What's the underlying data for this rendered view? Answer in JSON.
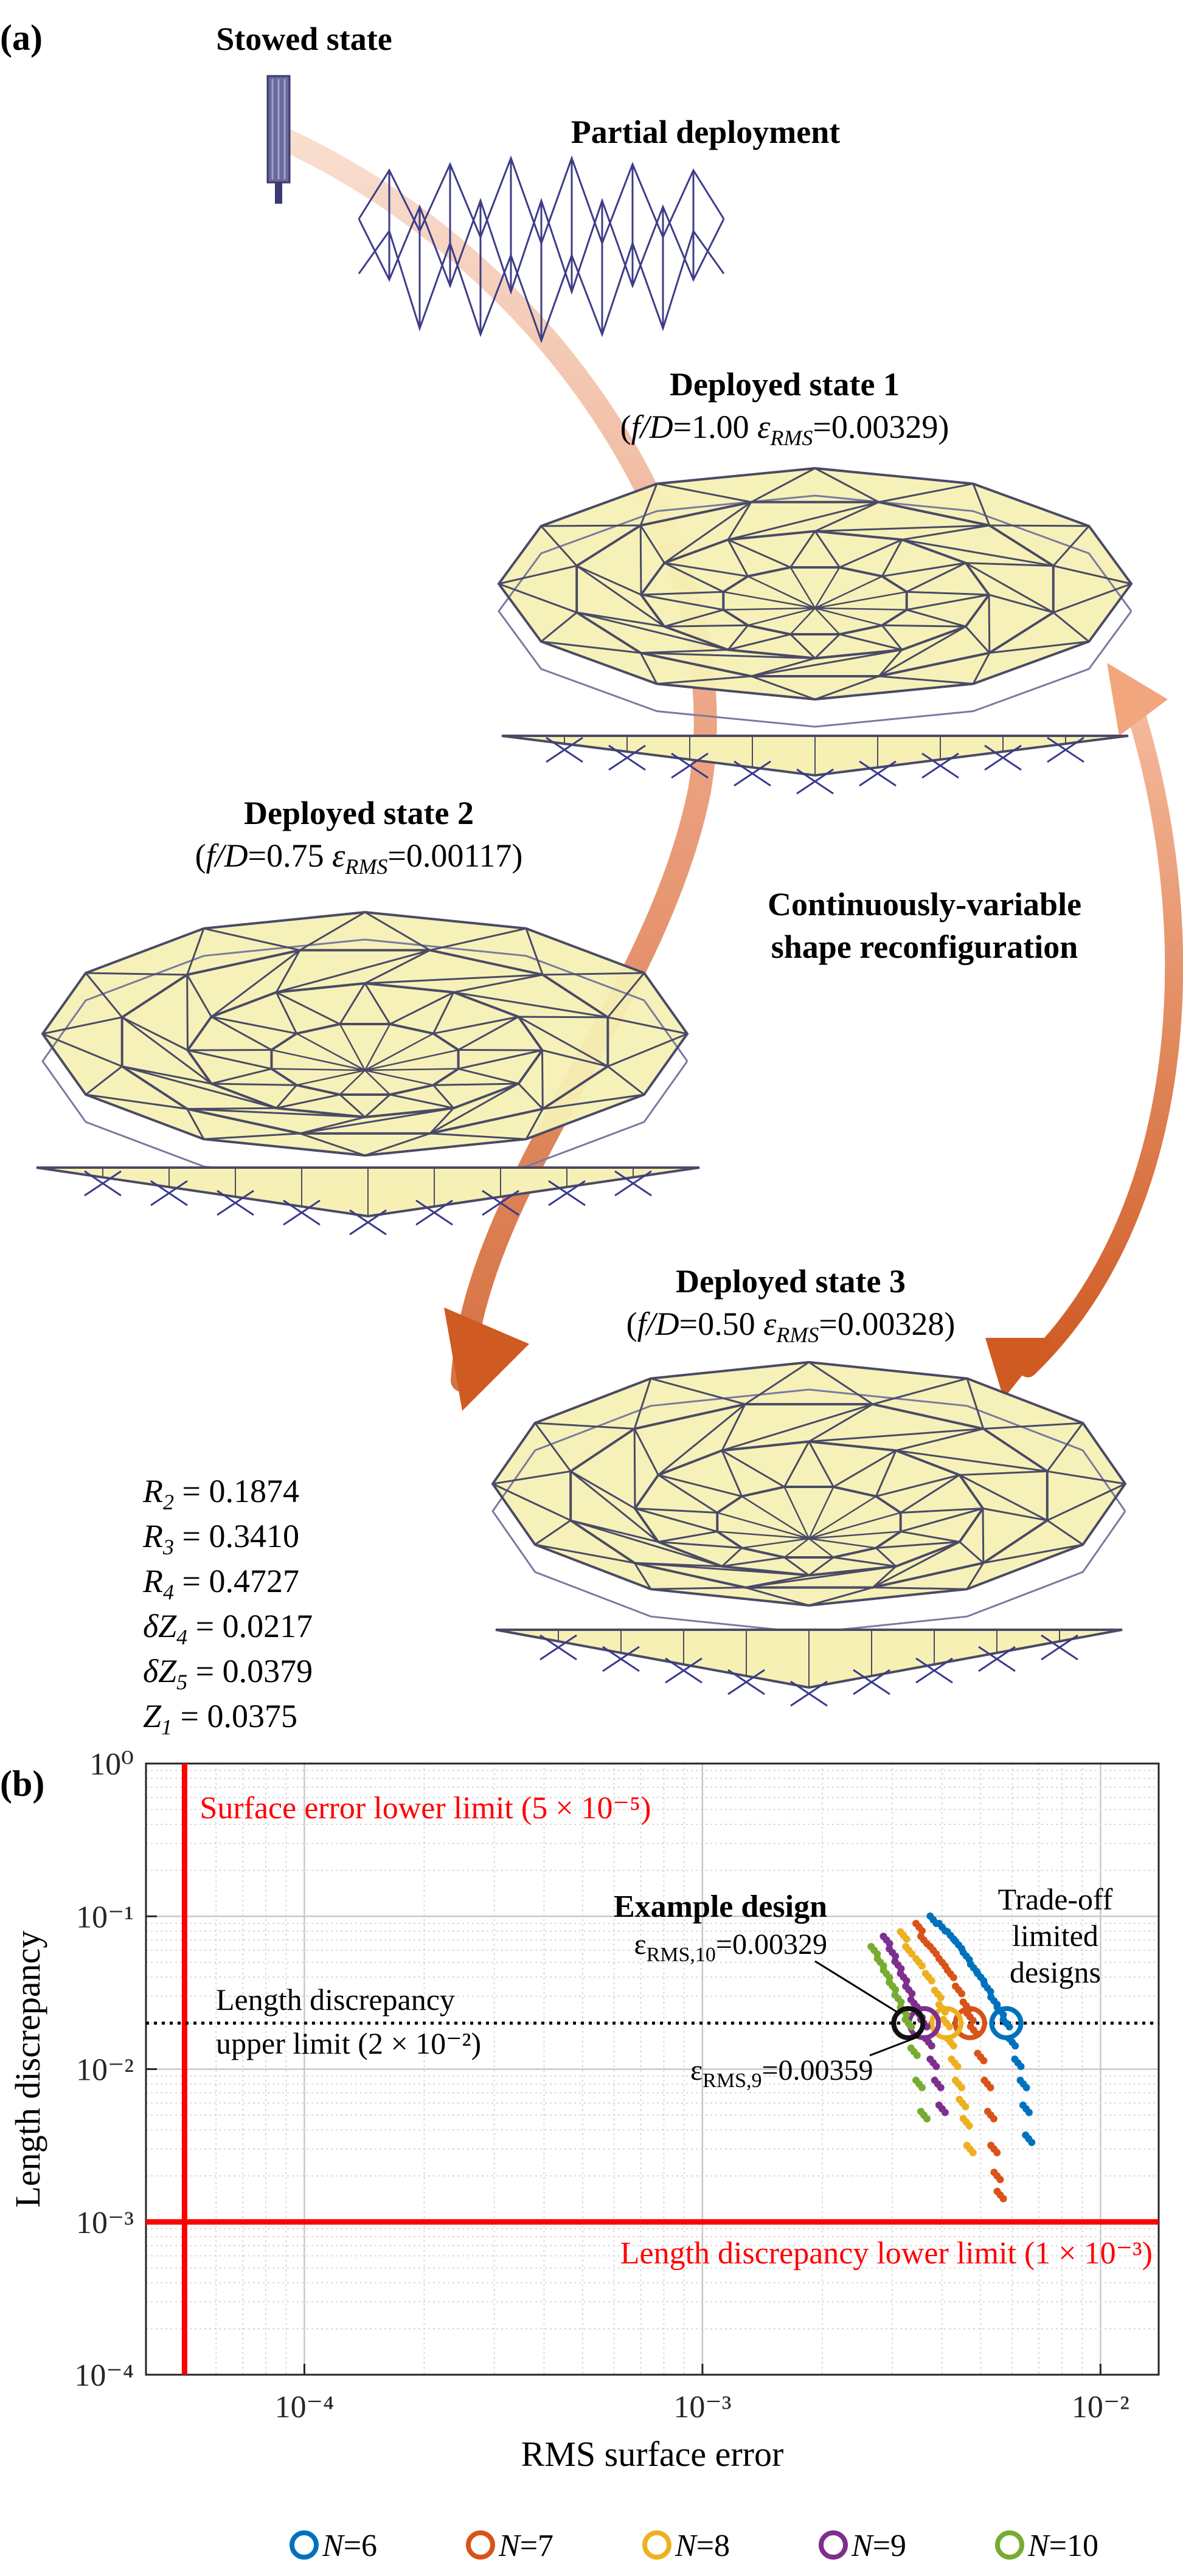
{
  "panel_a": {
    "label": "(a)",
    "stowed_state": "Stowed state",
    "partial_deployment": "Partial deployment",
    "state1": {
      "title": "Deployed state 1",
      "fd": "1.00",
      "eps": "0.00329"
    },
    "state2": {
      "title": "Deployed state 2",
      "fd": "0.75",
      "eps": "0.00117"
    },
    "state3": {
      "title": "Deployed state 3",
      "fd": "0.50",
      "eps": "0.00328"
    },
    "reconfig_line1": "Continuously-variable",
    "reconfig_line2": "shape reconfiguration",
    "params": [
      {
        "sym": "R",
        "sub": "2",
        "pre": "",
        "val": "0.1874"
      },
      {
        "sym": "R",
        "sub": "3",
        "pre": "",
        "val": "0.3410"
      },
      {
        "sym": "R",
        "sub": "4",
        "pre": "",
        "val": "0.4727"
      },
      {
        "sym": "Z",
        "sub": "4",
        "pre": "δ",
        "val": "0.0217"
      },
      {
        "sym": "Z",
        "sub": "5",
        "pre": "δ",
        "val": "0.0379"
      },
      {
        "sym": "Z",
        "sub": "1",
        "pre": "",
        "val": "0.0375"
      }
    ],
    "colors": {
      "arrow": "#d0652f",
      "panel_fill": "#f6f0b4",
      "truss": "#4a4a66",
      "lower_truss": "#3a3a8c"
    }
  },
  "panel_b": {
    "label": "(b)",
    "surface_limit_text": "Surface error lower limit (5 × 10⁻⁵)",
    "length_limit_text": "Length discrepancy lower limit (1 × 10⁻³)",
    "upper_limit_line1": "Length discrepancy",
    "upper_limit_line2": "upper limit (2 × 10⁻²)",
    "example_title": "Example design",
    "example_eps10": "ε",
    "example_eps10_sub": "RMS,10",
    "example_eps10_val": "=0.00329",
    "example_eps9_sub": "RMS,9",
    "example_eps9_val": "=0.00359",
    "tradeoff_line1": "Trade-off",
    "tradeoff_line2": "limited",
    "tradeoff_line3": "designs"
  },
  "chart_data": {
    "type": "scatter",
    "xlabel": "RMS surface error",
    "ylabel": "Length discrepancy",
    "xscale": "log",
    "yscale": "log",
    "xlim": [
      4e-05,
      0.014
    ],
    "ylim": [
      0.0001,
      1
    ],
    "grid": true,
    "x_ticks": [
      "10⁻⁴",
      "10⁻³",
      "10⁻²"
    ],
    "y_ticks": [
      "10⁰",
      "10⁻¹",
      "10⁻²",
      "10⁻³",
      "10⁻⁴"
    ],
    "limits": {
      "surface_error_lower": 5e-05,
      "length_discrepancy_lower": 0.001,
      "length_discrepancy_upper": 0.02
    },
    "legend_position": "bottom",
    "series": [
      {
        "name": "N=6",
        "color": "#0072bd",
        "selected": [
          0.0058,
          0.02
        ],
        "x": [
          0.0038,
          0.004,
          0.0042,
          0.0044,
          0.0046,
          0.0048,
          0.005,
          0.0052,
          0.0054,
          0.0056,
          0.0058,
          0.006,
          0.0062,
          0.0064,
          0.0065,
          0.0066
        ],
        "y": [
          0.095,
          0.085,
          0.075,
          0.065,
          0.055,
          0.046,
          0.04,
          0.034,
          0.028,
          0.024,
          0.02,
          0.015,
          0.011,
          0.008,
          0.0055,
          0.0035
        ]
      },
      {
        "name": "N=7",
        "color": "#d95319",
        "selected": [
          0.0047,
          0.02
        ],
        "x": [
          0.0035,
          0.0036,
          0.0038,
          0.004,
          0.0042,
          0.0044,
          0.0046,
          0.0047,
          0.0048,
          0.005,
          0.0052,
          0.0053,
          0.0054,
          0.0055,
          0.0056
        ],
        "y": [
          0.085,
          0.07,
          0.06,
          0.05,
          0.042,
          0.033,
          0.026,
          0.022,
          0.018,
          0.012,
          0.008,
          0.005,
          0.003,
          0.002,
          0.0015
        ]
      },
      {
        "name": "N=8",
        "color": "#edb120",
        "selected": [
          0.0041,
          0.02
        ],
        "x": [
          0.0032,
          0.0033,
          0.0035,
          0.0037,
          0.0039,
          0.004,
          0.0041,
          0.0042,
          0.0043,
          0.0044,
          0.0045,
          0.0046,
          0.0047
        ],
        "y": [
          0.075,
          0.06,
          0.05,
          0.04,
          0.031,
          0.025,
          0.02,
          0.015,
          0.011,
          0.008,
          0.006,
          0.0045,
          0.003
        ]
      },
      {
        "name": "N=9",
        "color": "#7e2f8e",
        "selected": [
          0.0036,
          0.02
        ],
        "x": [
          0.0029,
          0.003,
          0.0031,
          0.0032,
          0.0033,
          0.0034,
          0.0035,
          0.0036,
          0.0037,
          0.0038,
          0.0039,
          0.004
        ],
        "y": [
          0.07,
          0.058,
          0.048,
          0.04,
          0.033,
          0.027,
          0.023,
          0.02,
          0.015,
          0.011,
          0.008,
          0.0055
        ]
      },
      {
        "name": "N=10",
        "color": "#77ac30",
        "selected": [
          0.00329,
          0.02
        ],
        "x": [
          0.0027,
          0.0028,
          0.0029,
          0.003,
          0.0031,
          0.0032,
          0.00329,
          0.0034,
          0.0035,
          0.0036
        ],
        "y": [
          0.06,
          0.05,
          0.042,
          0.035,
          0.029,
          0.024,
          0.02,
          0.013,
          0.008,
          0.005
        ]
      }
    ]
  }
}
